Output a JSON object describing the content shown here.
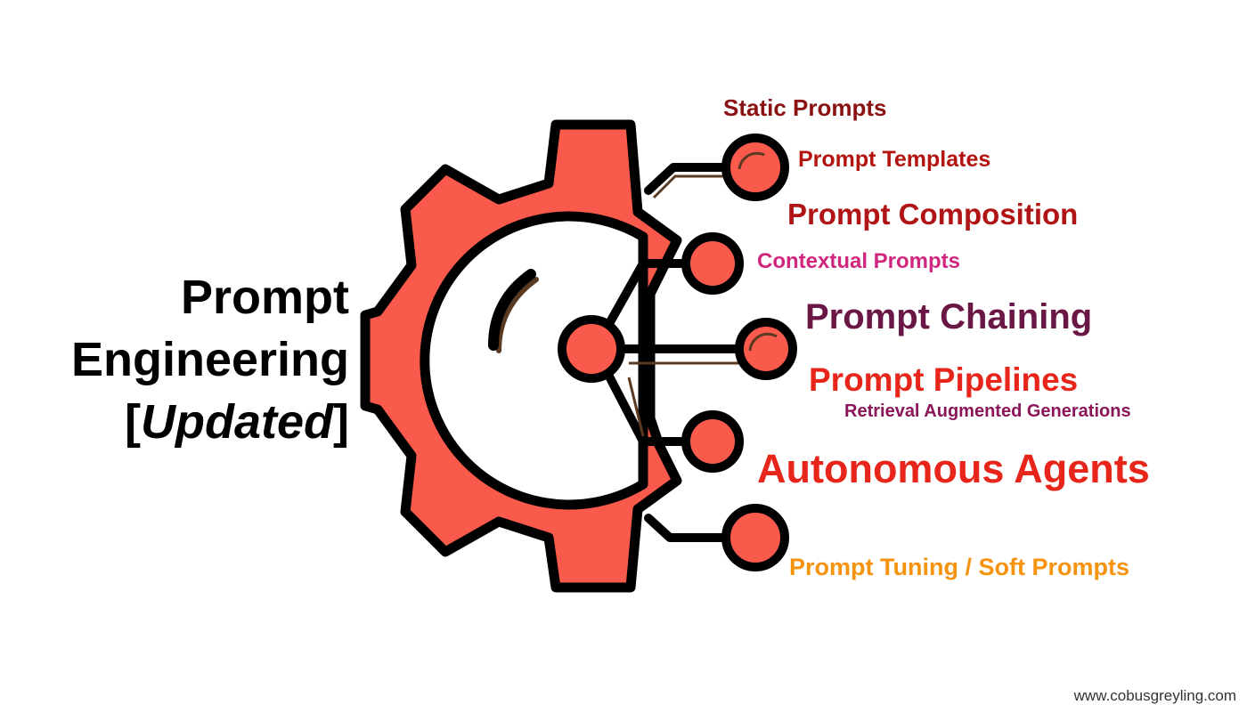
{
  "title": {
    "line1": "Prompt",
    "line2": "Engineering",
    "line3_open": "[",
    "line3_italic": "Updated",
    "line3_close": "]"
  },
  "labels": [
    {
      "text": "Static Prompts",
      "color": "#8B1212"
    },
    {
      "text": "Prompt Templates",
      "color": "#B3140F"
    },
    {
      "text": "Prompt Composition",
      "color": "#B01414"
    },
    {
      "text": "Contextual Prompts",
      "color": "#D0267E"
    },
    {
      "text": "Prompt Chaining",
      "color": "#6A1746"
    },
    {
      "text": "Prompt Pipelines",
      "color": "#E8251A"
    },
    {
      "text": "Retrieval Augmented Generations",
      "color": "#8A1559"
    },
    {
      "text": "Autonomous Agents",
      "color": "#E8251A"
    },
    {
      "text": "Prompt Tuning / Soft Prompts",
      "color": "#F5930F"
    }
  ],
  "footer": "www.cobusgreyling.com",
  "colors": {
    "gear_fill": "#FA5A4B",
    "outline": "#000000",
    "shadow": "#5B3A22"
  },
  "icon": "gear-icon"
}
